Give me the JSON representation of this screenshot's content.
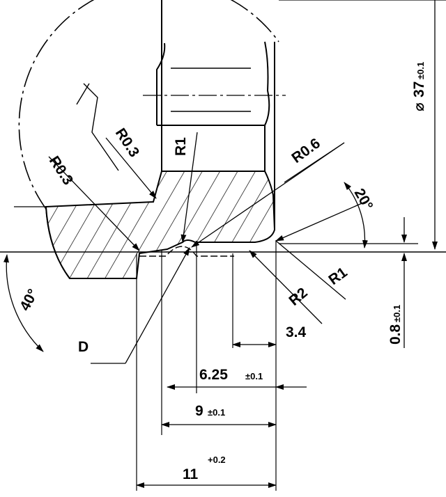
{
  "drawing": {
    "radii": {
      "r03_left": "R0.3",
      "r03_upper": "R0.3",
      "r1_top": "R1",
      "r06": "R0.6",
      "r1_right": "R1",
      "r2": "R2"
    },
    "angles": {
      "a20": "20°",
      "a40": "40°"
    },
    "diameter": {
      "symbol": "⌀",
      "value": "37",
      "tol": "±0.1"
    },
    "dims": {
      "d08": {
        "value": "0.8",
        "tol": "±0.1"
      },
      "d34": {
        "value": "3.4"
      },
      "d625": {
        "value": "6.25",
        "tol": "±0.1"
      },
      "d9": {
        "value": "9",
        "tol": "±0.1"
      },
      "d11": {
        "value": "11",
        "tol": "+0.2"
      }
    },
    "callout": "D"
  }
}
